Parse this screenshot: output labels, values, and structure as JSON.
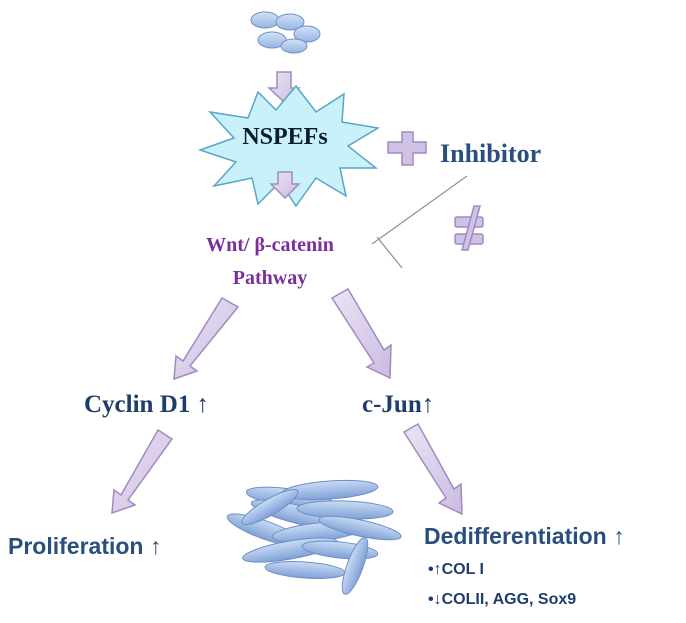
{
  "nodes": {
    "stimulus": "NSPEFs",
    "inhibitor": "Inhibitor",
    "pathway_line1": "Wnt/ β-catenin",
    "pathway_line2": "Pathway",
    "cyclin": "Cyclin D1 ↑",
    "cjun": "c-Jun↑",
    "proliferation": "Proliferation ↑",
    "dedifferentiation": "Dedifferentiation ↑",
    "bullet_1": "•↑COL I",
    "bullet_2": "•↓COLII, AGG, Sox9"
  },
  "colors": {
    "arrow_fill": "#d9cdea",
    "arrow_stroke": "#9f8cbf",
    "cell_fill": "#a9c4ec",
    "cell_stroke": "#6f8fc4",
    "starburst_fill": "#c8f1fa",
    "starburst_stroke": "#5aa6c6",
    "pathway_text": "#7a2e9c",
    "label_text": "#1f3d6b"
  },
  "icons": {
    "plus": "plus-icon",
    "not_equal": "not-equal-icon"
  }
}
